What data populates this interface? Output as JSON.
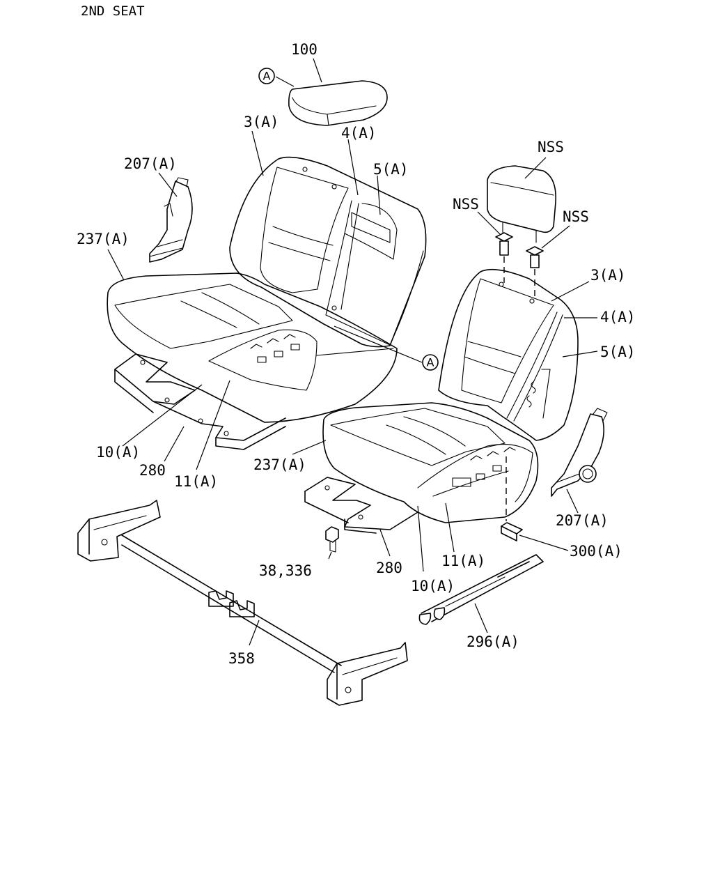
{
  "title": "2ND SEAT",
  "callouts": {
    "c100": "100",
    "c3a_left": "3(A)",
    "c4a_left": "4(A)",
    "c5a_left": "5(A)",
    "c207a_left": "207(A)",
    "c237a_left": "237(A)",
    "c10a_left": "10(A)",
    "c280_left": "280",
    "c11a_left": "11(A)",
    "c237a_right": "237(A)",
    "cnss_top": "NSS",
    "cnss_left": "NSS",
    "cnss_right": "NSS",
    "c3a_right": "3(A)",
    "c4a_right": "4(A)",
    "c5a_right": "5(A)",
    "c207a_right": "207(A)",
    "c300a": "300(A)",
    "c11a_right": "11(A)",
    "c280_right": "280",
    "c10a_right": "10(A)",
    "c38_336": "38,336",
    "c296a": "296(A)",
    "c358": "358"
  },
  "reference_marks": {
    "ref_a_top": "A",
    "ref_a_mid": "A"
  }
}
